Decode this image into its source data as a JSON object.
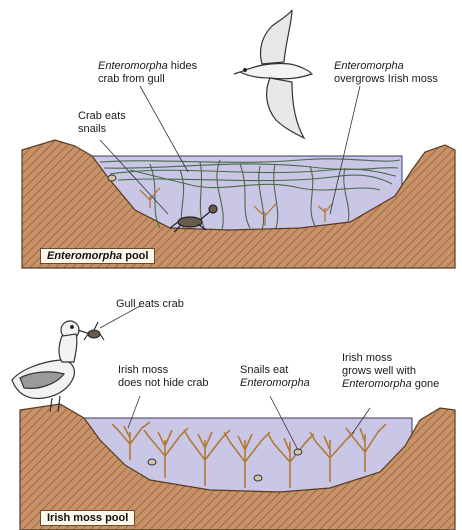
{
  "top_panel": {
    "caption_em": "Enteromorpha",
    "caption_rest": " pool",
    "label_hides_em": "Enteromorpha",
    "label_hides_rest1": " hides",
    "label_hides_rest2": "crab from gull",
    "label_crab_1": "Crab eats",
    "label_crab_2": "snails",
    "label_overgrow_em": "Enteromorpha",
    "label_overgrow_2": "overgrows Irish moss"
  },
  "bottom_panel": {
    "caption": "Irish moss pool",
    "label_gull": "Gull eats crab",
    "label_nohide_1": "Irish moss",
    "label_nohide_2": "does not hide crab",
    "label_snails_1": "Snails eat",
    "label_snails_em": "Enteromorpha",
    "label_grows_1": "Irish moss",
    "label_grows_2": "grows well with",
    "label_grows_em": "Enteromorpha",
    "label_grows_rest": " gone"
  },
  "colors": {
    "rock": "#c89268",
    "rock_hatch": "#8a5a38",
    "water": "#c9c6e6",
    "weed": "#4a6a4a",
    "moss": "#d8a25a"
  }
}
